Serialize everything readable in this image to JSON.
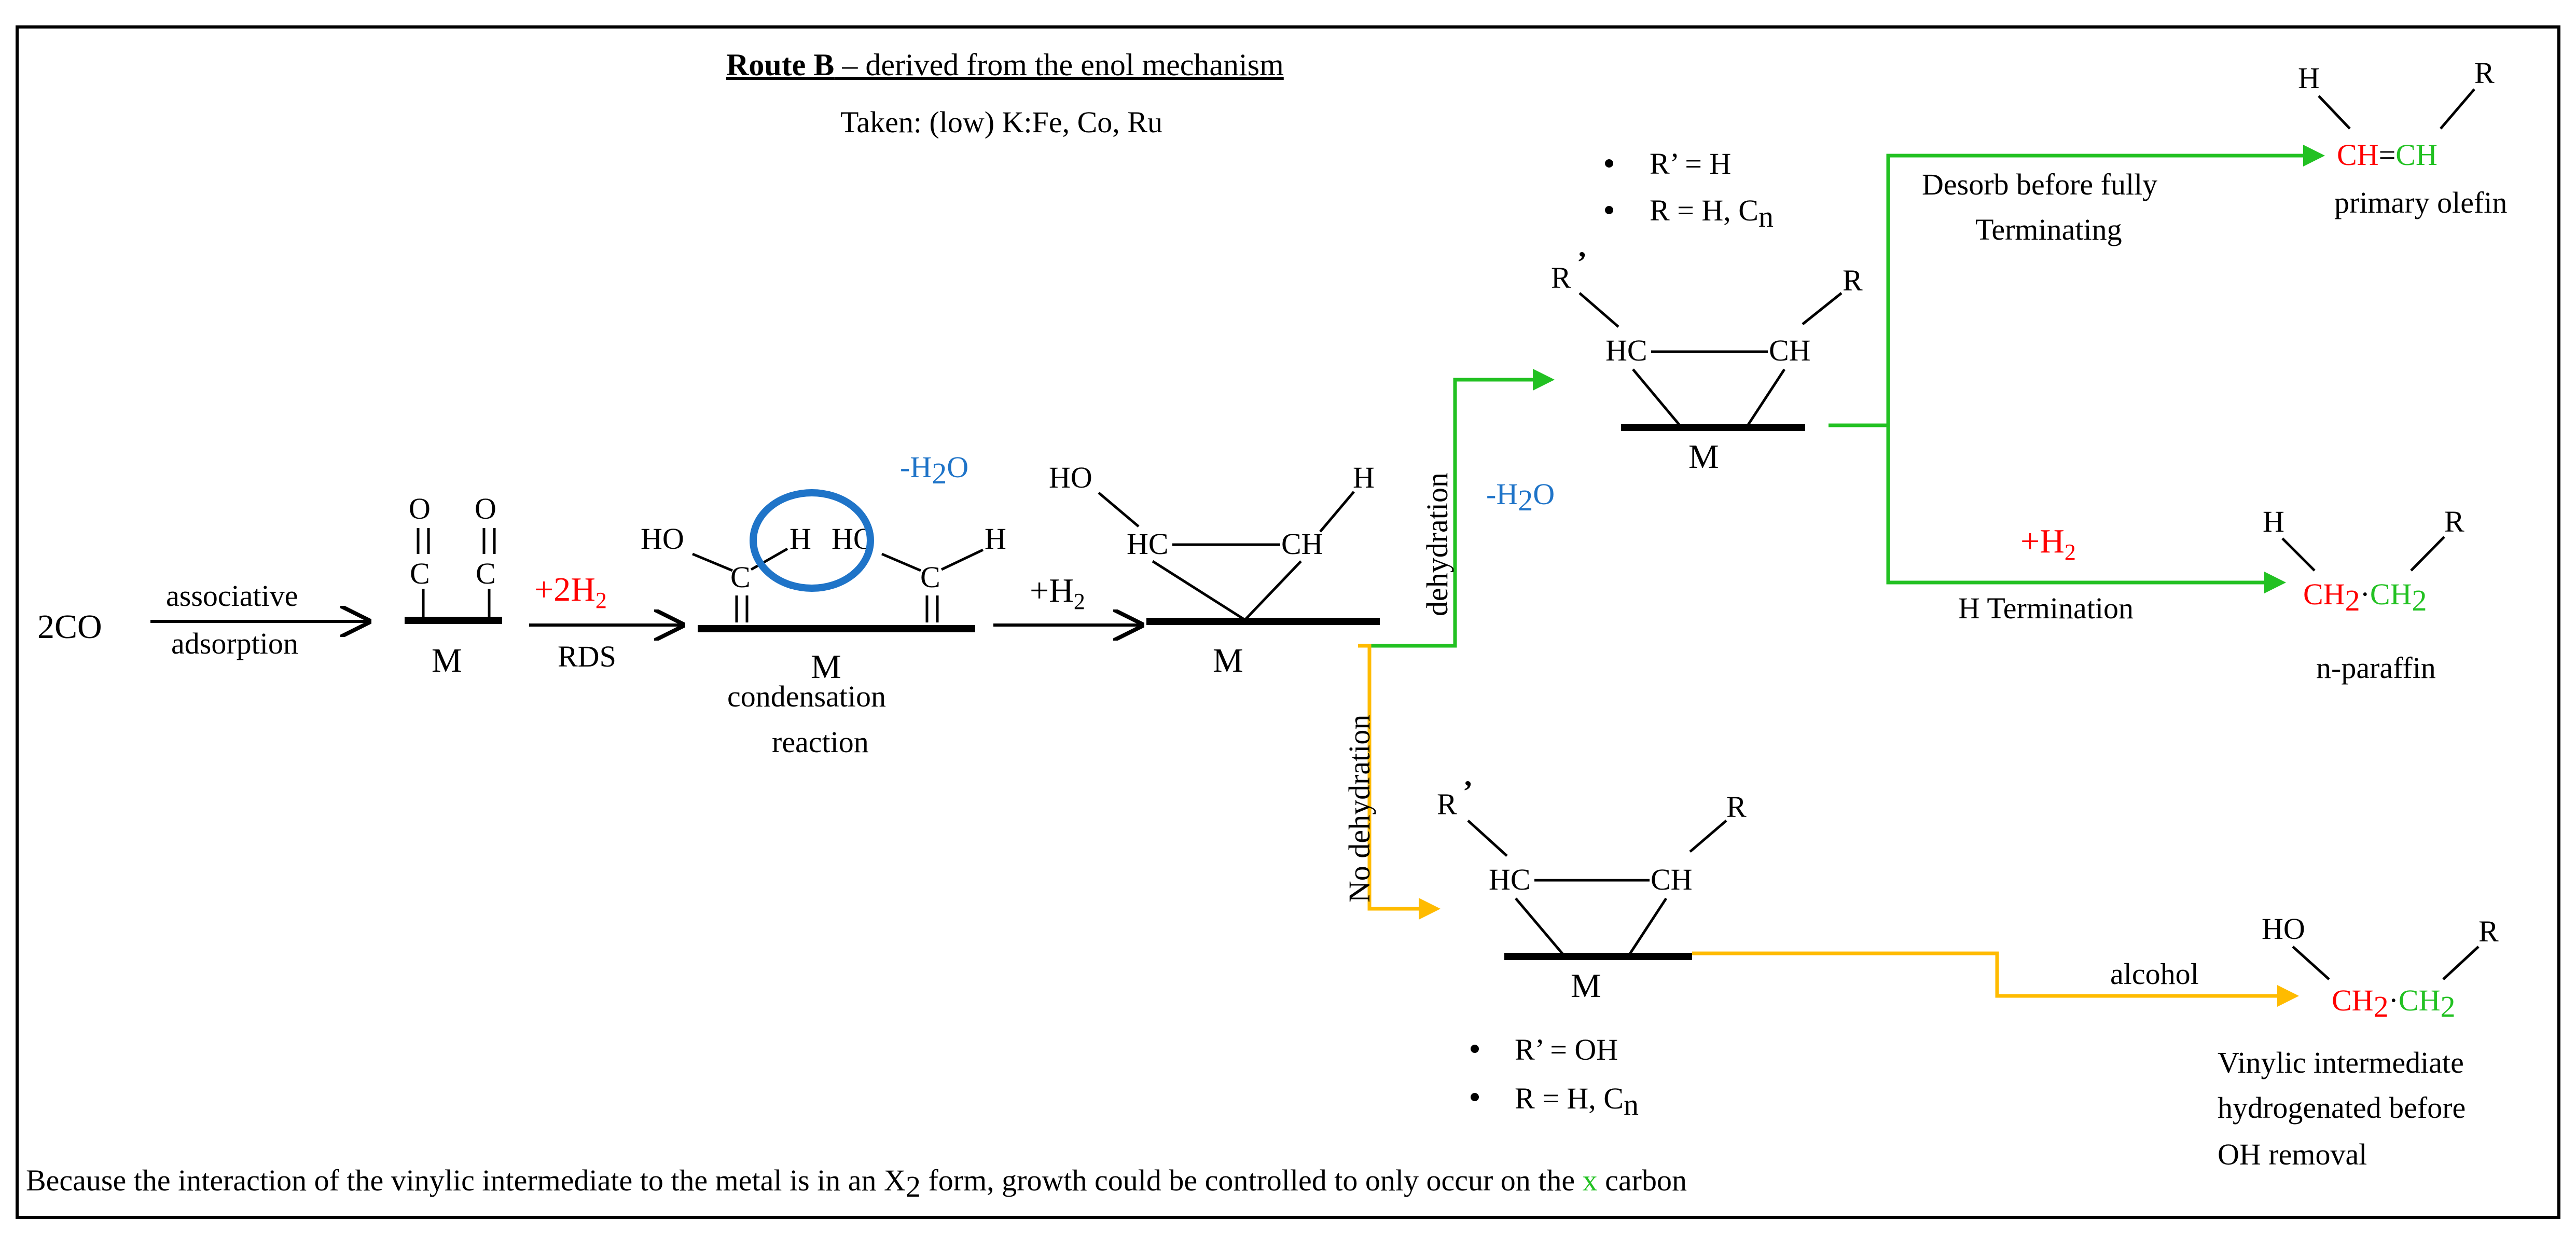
{
  "colors": {
    "red": "#ff0000",
    "green": "#22c122",
    "blue": "#1f74c8",
    "orange": "#ffbb00",
    "black": "#000000"
  },
  "header": {
    "title_bold": "Route B",
    "title_rest": " – derived from the enol mechanism",
    "taken": "Taken: (low) K:Fe, Co, Ru"
  },
  "start": {
    "reactant": "2CO",
    "step_label_1": "associative",
    "step_label_2": "adsorption"
  },
  "intermediate1": {
    "o_left": "O",
    "o_right": "O",
    "c_left": "C",
    "c_right": "C",
    "metal": "M"
  },
  "step2": {
    "reagent_main": "+2H",
    "reagent_sub": "2",
    "label": "RDS"
  },
  "intermediate2": {
    "ho_left": "HO",
    "h_mid": "H",
    "ho_mid": "HO",
    "h_right": "H",
    "c_left": "C",
    "c_right": "C",
    "metal": "M",
    "water_pre": "-H",
    "water_sub": "2",
    "water_post": "O",
    "reaction_1": "condensation",
    "reaction_2": "reaction"
  },
  "step3": {
    "reagent_main": "+H",
    "reagent_sub": "2"
  },
  "intermediate3": {
    "ho": "HO",
    "h": "H",
    "hc": "HC",
    "ch": "CH",
    "metal": "M"
  },
  "branch_dehydration": {
    "label": "dehydration",
    "water_pre": "-H",
    "water_sub": "2",
    "water_post": "O",
    "note_1": "R’ =  H",
    "note_2": "R =  H, C",
    "note_2_sub": "n",
    "r_prime": "R",
    "prime": "’",
    "r": "R",
    "hc": "HC",
    "ch": "CH",
    "metal": "M"
  },
  "olefin": {
    "arrow_label_1": "Desorb before fully",
    "arrow_label_2": "Terminating",
    "h": "H",
    "r": "R",
    "ch_left": "CH",
    "double_bond": "=",
    "ch_right": "CH",
    "name": "primary olefin"
  },
  "paraffin": {
    "reagent_main": "+H",
    "reagent_sub": "2",
    "arrow_label": "H Termination",
    "h": "H",
    "r": "R",
    "ch2_left": "CH",
    "ch2_left_sub": "2",
    "dot": "·",
    "ch2_right": "CH",
    "ch2_right_sub": "2",
    "name": "n-paraffin"
  },
  "branch_no_dehydration": {
    "label": "No dehydration",
    "r_prime": "R",
    "prime": "’",
    "r": "R",
    "hc": "HC",
    "ch": "CH",
    "metal": "M",
    "note_1": "R’ =  OH",
    "note_2": "R =  H, C",
    "note_2_sub": "n"
  },
  "alcohol": {
    "arrow_label": "alcohol",
    "ho": "HO",
    "r": "R",
    "ch2_left": "CH",
    "ch2_left_sub": "2",
    "dot": "·",
    "ch2_right": "CH",
    "ch2_right_sub": "2",
    "caption_1": "Vinylic intermediate",
    "caption_2": "hydrogenated before",
    "caption_3": "OH removal"
  },
  "footer": {
    "part1": "Because the interaction of the vinylic intermediate to the metal is in an X",
    "sub": "2",
    "part2": " form, growth could be controlled to only occur on the ",
    "x": "x",
    "part3": " carbon"
  }
}
